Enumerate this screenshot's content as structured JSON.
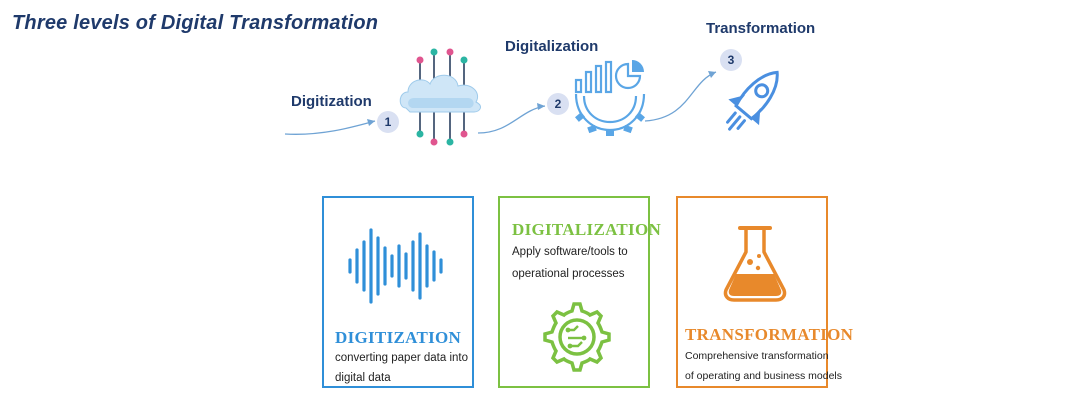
{
  "title": "Three levels of Digital Transformation",
  "steps": [
    {
      "label": "Digitization",
      "number": "1",
      "icon": "cloud-circuit-icon"
    },
    {
      "label": "Digitalization",
      "number": "2",
      "icon": "gear-chart-icon"
    },
    {
      "label": "Transformation",
      "number": "3",
      "icon": "rocket-icon"
    }
  ],
  "cards": [
    {
      "title": "DIGITIZATION",
      "text_lines": [
        "converting paper data into",
        "digital data"
      ],
      "color": "#2f8fd8",
      "icon": "sound-wave-icon"
    },
    {
      "title": "DIGITALIZATION",
      "text_lines": [
        "Apply software/tools to",
        "operational processes"
      ],
      "color": "#7cc142",
      "icon": "circuit-gear-icon"
    },
    {
      "title": "TRANSFORMATION",
      "text_lines": [
        "Comprehensive transformation",
        "of operating and business models"
      ],
      "color": "#e8892b",
      "icon": "flask-icon"
    }
  ],
  "colors": {
    "title": "#1f3a6b",
    "arrow": "#6fa3d4",
    "badge": "#d9e0f2"
  }
}
